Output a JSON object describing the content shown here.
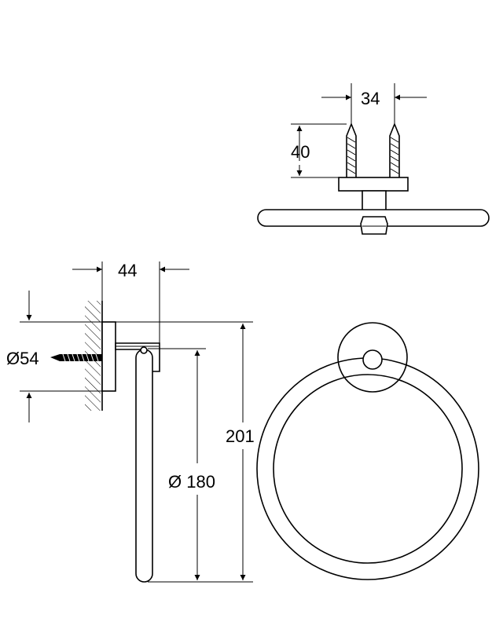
{
  "dimensions": {
    "top_spacing": "34",
    "top_depth": "40",
    "side_depth": "44",
    "rosette_diameter": "Ø54",
    "ring_diameter": "Ø 180",
    "total_height": "201"
  },
  "colors": {
    "line": "#000000",
    "background": "#ffffff"
  }
}
